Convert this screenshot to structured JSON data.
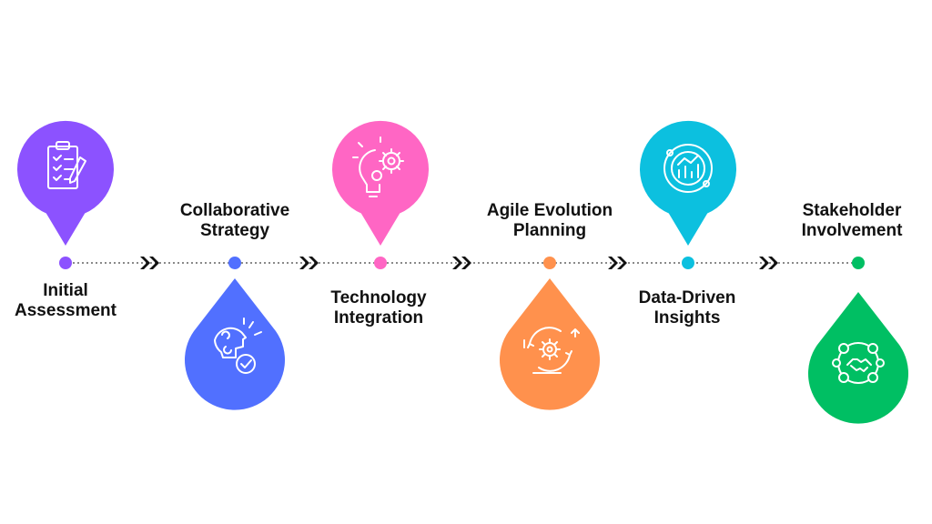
{
  "steps": [
    {
      "line1": "Initial",
      "line2": "Assessment",
      "color": "#8c52ff",
      "icon": "clipboard-checklist-icon"
    },
    {
      "line1": "Collaborative",
      "line2": "Strategy",
      "color": "#5170ff",
      "icon": "puzzle-head-check-icon"
    },
    {
      "line1": "Technology",
      "line2": "Integration",
      "color": "#ff66c4",
      "icon": "lightbulb-gear-icon"
    },
    {
      "line1": "Agile Evolution",
      "line2": "Planning",
      "color": "#ff914d",
      "icon": "gear-cycle-arrows-icon"
    },
    {
      "line1": "Data-Driven",
      "line2": "Insights",
      "color": "#0cc0df",
      "icon": "analytics-chart-icon"
    },
    {
      "line1": "Stakeholder",
      "line2": "Involvement",
      "color": "#00bf63",
      "icon": "handshake-network-icon"
    }
  ],
  "connector_icon": "double-chevron-right-icon"
}
